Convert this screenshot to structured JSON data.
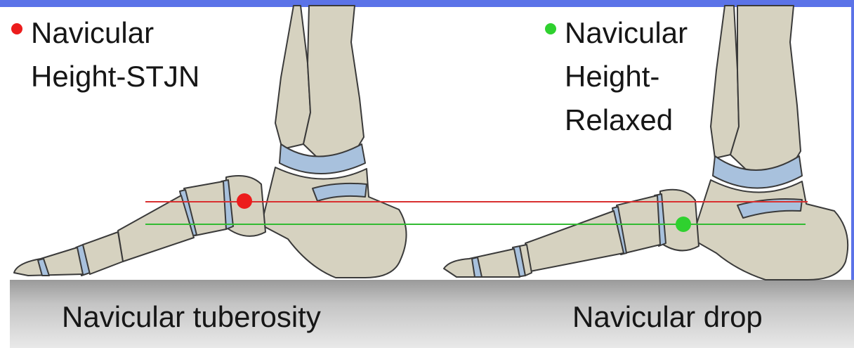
{
  "legend": [
    {
      "label": "Navicular\nHeight-STJN",
      "color": "#ec1c1c"
    },
    {
      "label": "Navicular\nHeight-\nRelaxed",
      "color": "#2fd12f"
    }
  ],
  "captions": {
    "left": "Navicular tuberosity",
    "right": "Navicular drop"
  },
  "colors": {
    "bone": "#d6d2c0",
    "joint": "#a8c1dd",
    "outline": "#3a3a3a",
    "floor": "#b4b4b4",
    "frame": "#5b73e8"
  },
  "reference_lines": {
    "upper_color": "#d93030",
    "lower_color": "#33bb33"
  }
}
